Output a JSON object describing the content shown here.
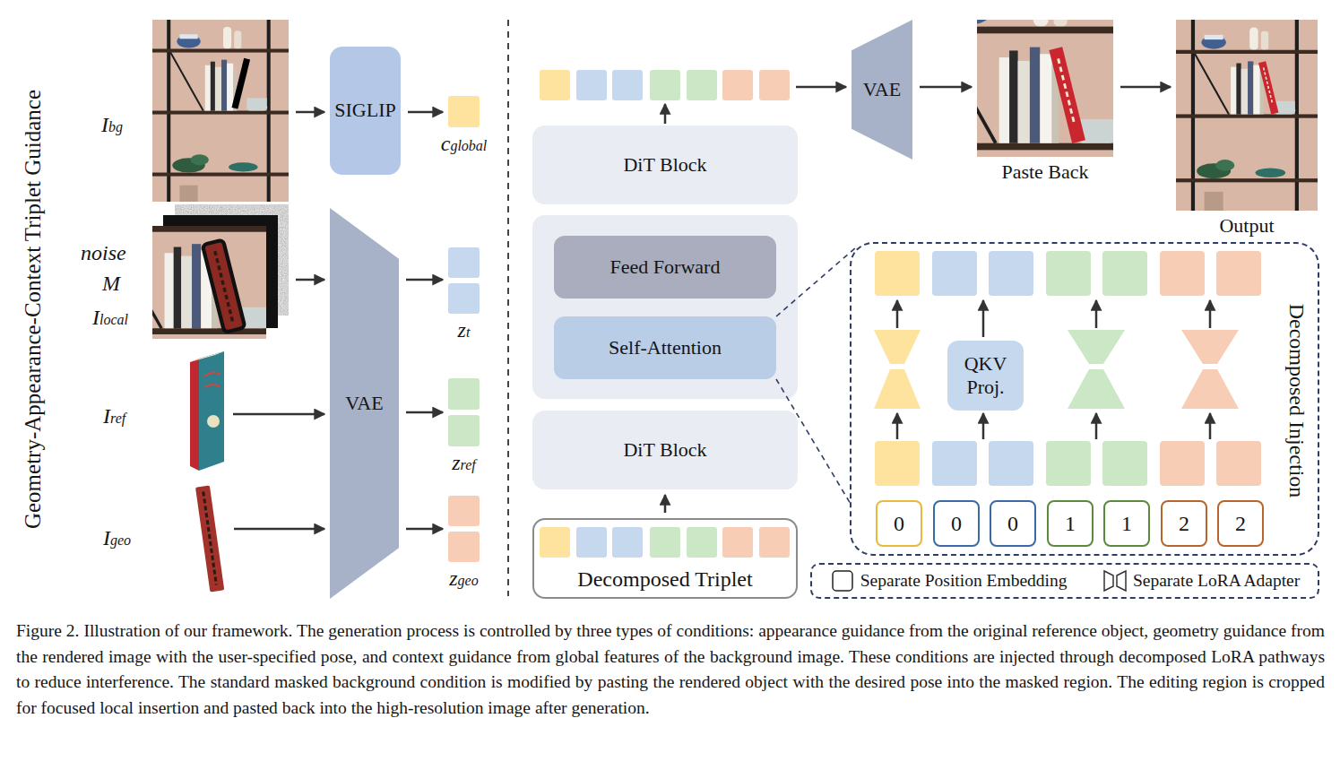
{
  "diagram": {
    "caption": "Figure 2. Illustration of our framework. The generation process is controlled by three types of conditions: appearance guidance from the original reference object, geometry guidance from the rendered image with the user-specified pose, and context guidance from global features of the background image. These conditions are injected through decomposed LoRA pathways to reduce interference. The standard masked background condition is modified by pasting the rendered object with the desired pose into the masked region. The editing region is cropped for focused local insertion and pasted back into the high-resolution image after generation.",
    "nodes": [
      {
        "text": [
          "Ibg"
        ]
      },
      {
        "text": [
          "SIGLIP"
        ]
      },
      {
        "text": [
          "cglobal"
        ]
      },
      {
        "text": [
          "noise",
          "M",
          "Ilocal"
        ]
      },
      {
        "text": [
          "VAE"
        ]
      },
      {
        "text": [
          "zt"
        ]
      },
      {
        "text": [
          "Iref"
        ]
      },
      {
        "text": [
          "zref"
        ]
      },
      {
        "text": [
          "Igeo"
        ]
      },
      {
        "text": [
          "zgeo"
        ]
      },
      {
        "text": [
          "VAE"
        ]
      },
      {
        "text": [
          "Paste Back"
        ]
      },
      {
        "text": [
          "Output"
        ]
      },
      {
        "text": [
          "DiT Block"
        ]
      },
      {
        "text": [
          "Feed Forward"
        ]
      },
      {
        "text": [
          "Self-Attention"
        ]
      },
      {
        "text": [
          "DiT Block"
        ]
      },
      {
        "text": [
          "Decomposed Triplet"
        ]
      },
      {
        "text": [
          "Decomposed Injection"
        ]
      },
      {
        "text": [
          "QKV Proj."
        ],
        "in": 18
      },
      {
        "text": [
          "0"
        ],
        "in": 18
      },
      {
        "text": [
          "0"
        ],
        "in": 18
      },
      {
        "text": [
          "0"
        ],
        "in": 18
      },
      {
        "text": [
          "1"
        ],
        "in": 18
      },
      {
        "text": [
          "1"
        ],
        "in": 18
      },
      {
        "text": [
          "2"
        ],
        "in": 18
      },
      {
        "text": [
          "2"
        ],
        "in": 18
      }
    ],
    "edges": [
      {
        "from": 0,
        "to": 1,
        "arrow": "to"
      },
      {
        "from": 1,
        "to": 2,
        "arrow": "to"
      },
      {
        "from": 3,
        "to": 4,
        "arrow": "to"
      },
      {
        "from": 6,
        "to": 4,
        "arrow": "to"
      },
      {
        "from": 8,
        "to": 4,
        "arrow": "to"
      },
      {
        "from": 4,
        "to": 5,
        "arrow": "to"
      },
      {
        "from": 4,
        "to": 7,
        "arrow": "to"
      },
      {
        "from": 4,
        "to": 9,
        "arrow": "to"
      },
      {
        "from": 17,
        "to": 16,
        "arrow": "to"
      },
      {
        "from": 10,
        "to": 11,
        "arrow": "to"
      },
      {
        "from": 11,
        "to": 12,
        "arrow": "to"
      },
      {
        "from": 15,
        "to": 18,
        "arrow": "none"
      },
      {
        "from": 15,
        "to": 18,
        "arrow": "none"
      }
    ],
    "labels": [
      "Geometry-Appearance-Context Triplet Guidance"
    ],
    "legend": [
      {
        "text": "Separate Position Embedding"
      },
      {
        "text": "Separate LoRA Adapter"
      }
    ]
  }
}
